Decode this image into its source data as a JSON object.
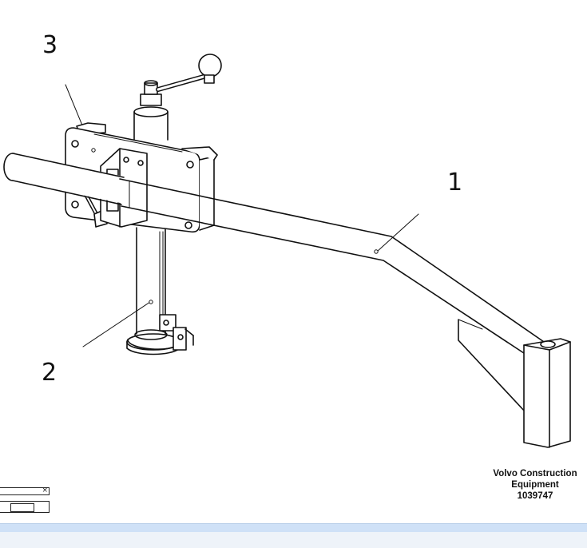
{
  "callouts": {
    "c1": "1",
    "c2": "2",
    "c3": "3"
  },
  "credit": {
    "line1": "Volvo Construction",
    "line2": "Equipment",
    "line3": "1039747"
  },
  "mini_window": {
    "close_glyph": "×"
  },
  "colors": {
    "line": "#111111",
    "bar": "#cfe1f7",
    "bar_lower": "#eef3f9"
  }
}
